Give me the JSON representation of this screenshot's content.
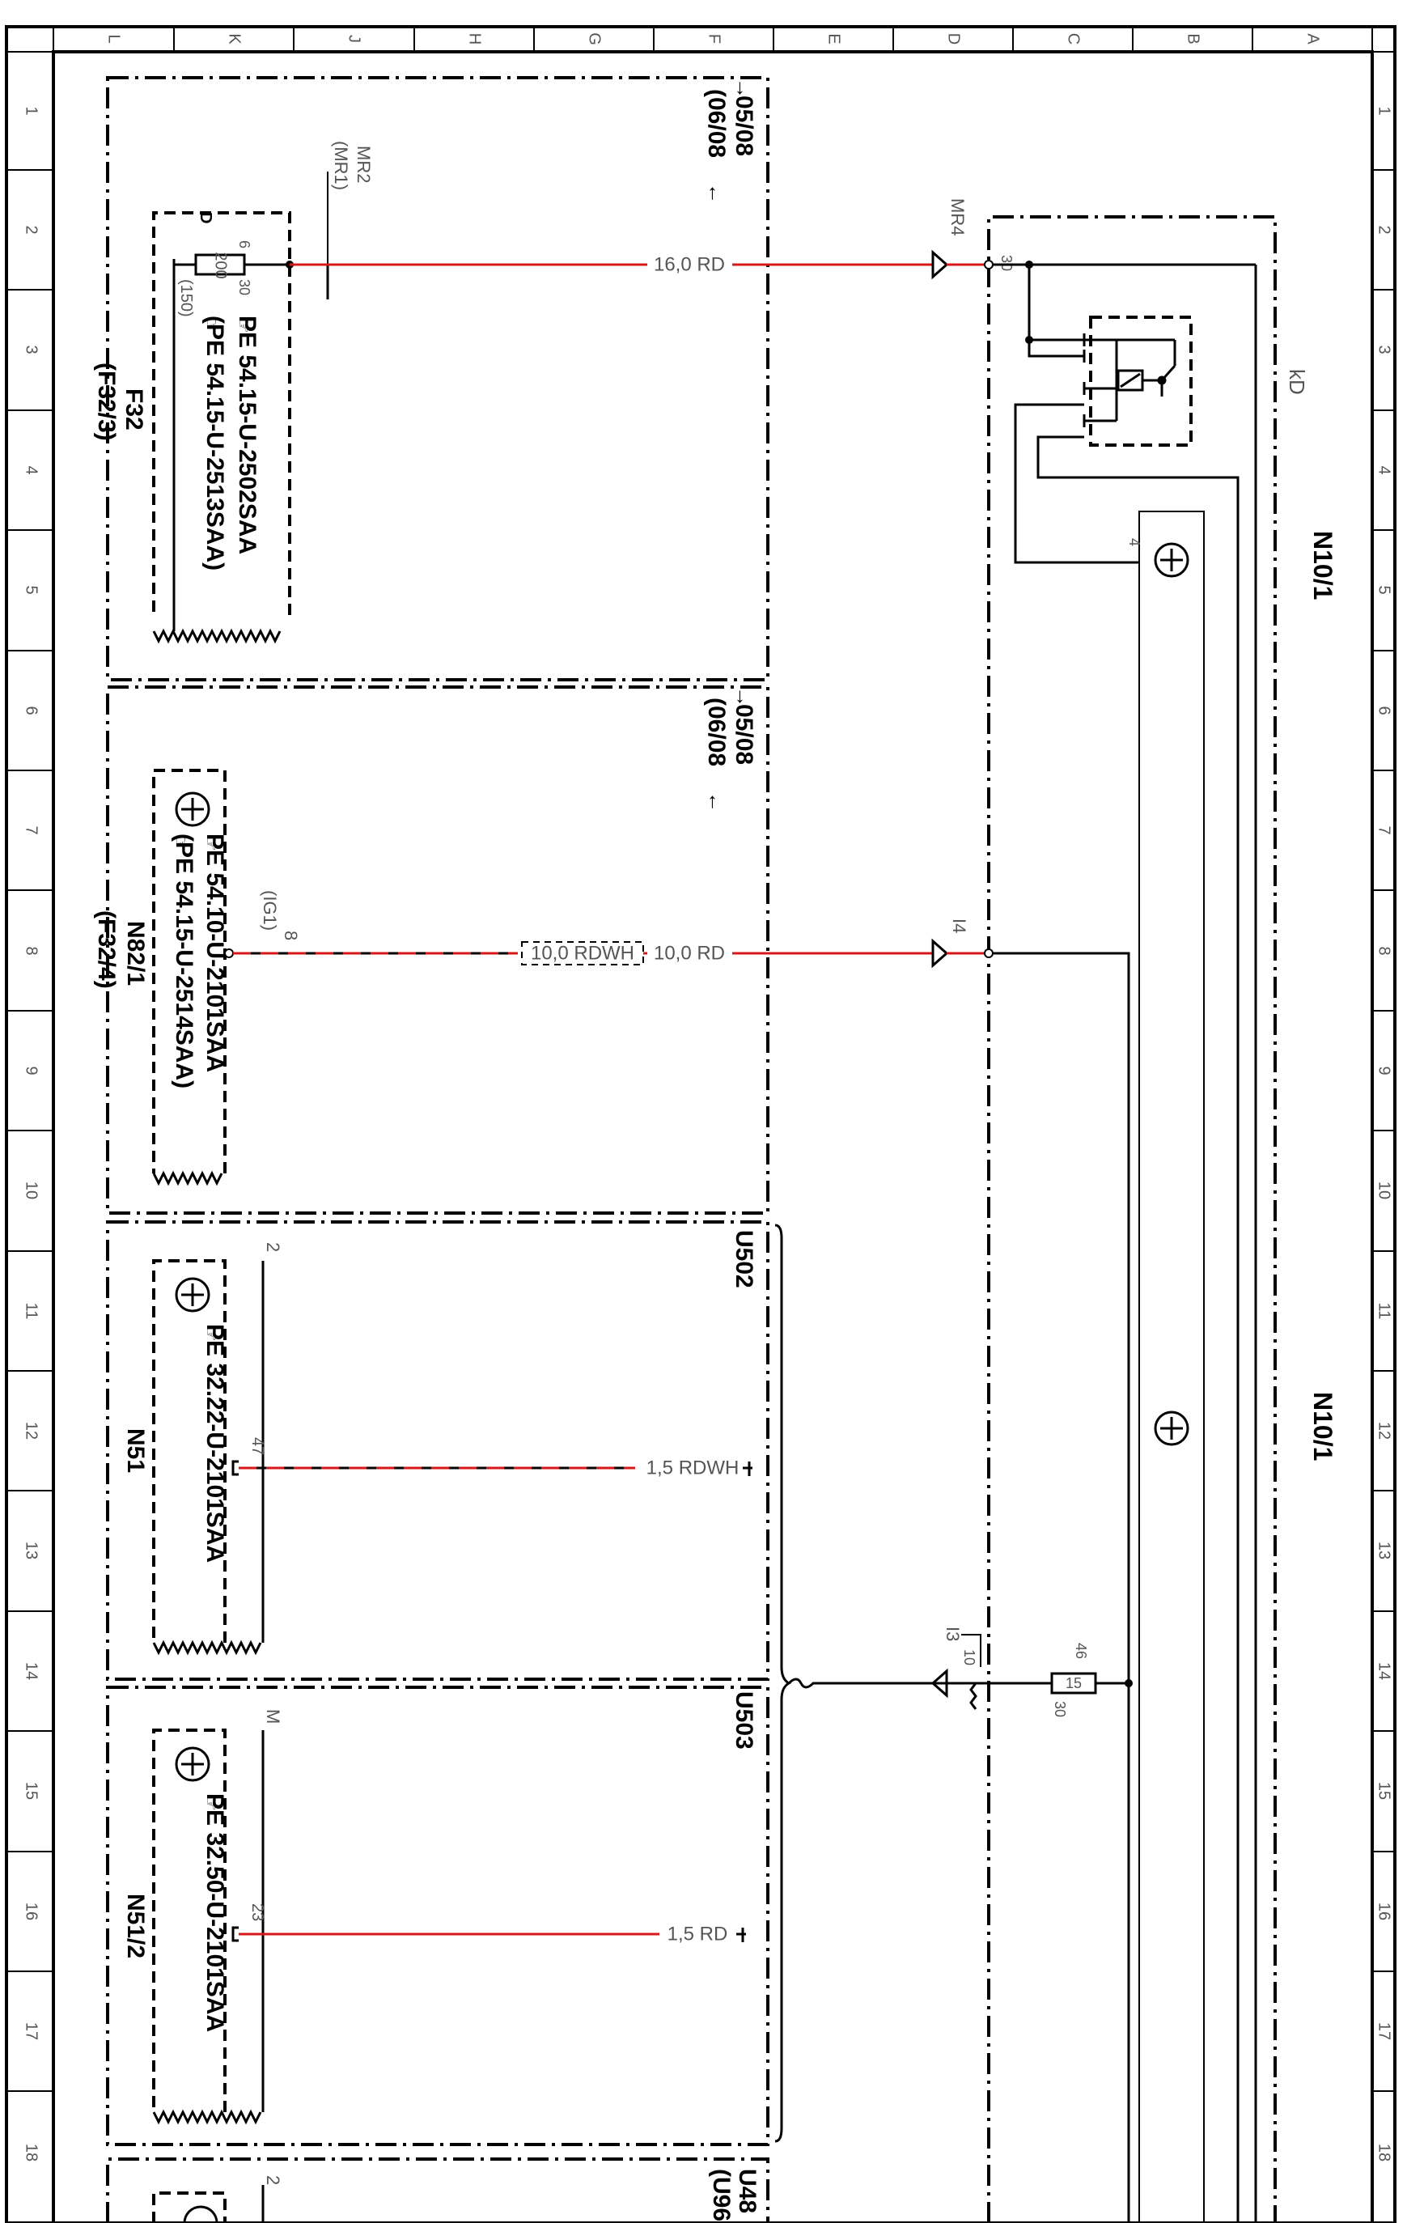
{
  "columns": [
    "L",
    "K",
    "J",
    "H",
    "G",
    "F",
    "E",
    "D",
    "C",
    "B",
    "A"
  ],
  "rows": [
    "1",
    "2",
    "3",
    "4",
    "5",
    "6",
    "7",
    "8",
    "9",
    "10",
    "11",
    "12",
    "13",
    "14",
    "15",
    "16",
    "17",
    "18"
  ],
  "colors": {
    "wire_red": "#d81818",
    "ink": "#000000",
    "label_grey": "#555555"
  },
  "sections": {
    "f32": {
      "name": "F32",
      "ref": "(F32/3)",
      "pe1": "PE  54.15-U-2502SAA",
      "pe2": "(PE  54.15-U-2513SAA)",
      "fuse_value": "200",
      "pin_top": "30",
      "pin_mid": "6",
      "sub_a": "(150)",
      "sub_b": "D",
      "connector": "MR2",
      "connector_alt": "(MR1)",
      "wire": "16,0 RD",
      "page_ref": "05/08",
      "page_ref2": "(06/08",
      "arrow_right": "→",
      "arrow_left": "←"
    },
    "n82": {
      "name": "N82/1",
      "ref": "(F32/4)",
      "pe1": "PE  54.10-U-2101SAA",
      "pe2": "(PE  54.15-U-2514SAA)",
      "pin": "8",
      "pin_sub": "(IG1)",
      "wire_a": "10,0 RDWH",
      "wire_b": "10,0 RD",
      "page_ref": "05/08",
      "page_ref2": "(06/08",
      "arrow_right": "→",
      "arrow_left": "←"
    },
    "n51": {
      "name": "N51",
      "pe": "PE  32.22-U-2101SAA",
      "pin": "47",
      "pin_top": "2",
      "wire": "1,5 RDWH",
      "code": "U502"
    },
    "n51_2": {
      "name": "N51/2",
      "pe": "PE  32.50-U-2101SAA",
      "pin": "23",
      "pin_top": "M",
      "wire": "1,5 RD",
      "code": "U503"
    },
    "bottom": {
      "pin_top": "2",
      "code1": "U48",
      "code2": "(U96"
    }
  },
  "n10": {
    "name": "N10/1",
    "name2": "N10/1",
    "relay_label": "kD",
    "mr4": "MR4",
    "pin30": "30",
    "pin4": "4",
    "i4": "I4",
    "i3": "I3",
    "pin10": "10",
    "fuse_value": "15",
    "fuse_pin_a": "46",
    "fuse_pin_b": "30"
  }
}
